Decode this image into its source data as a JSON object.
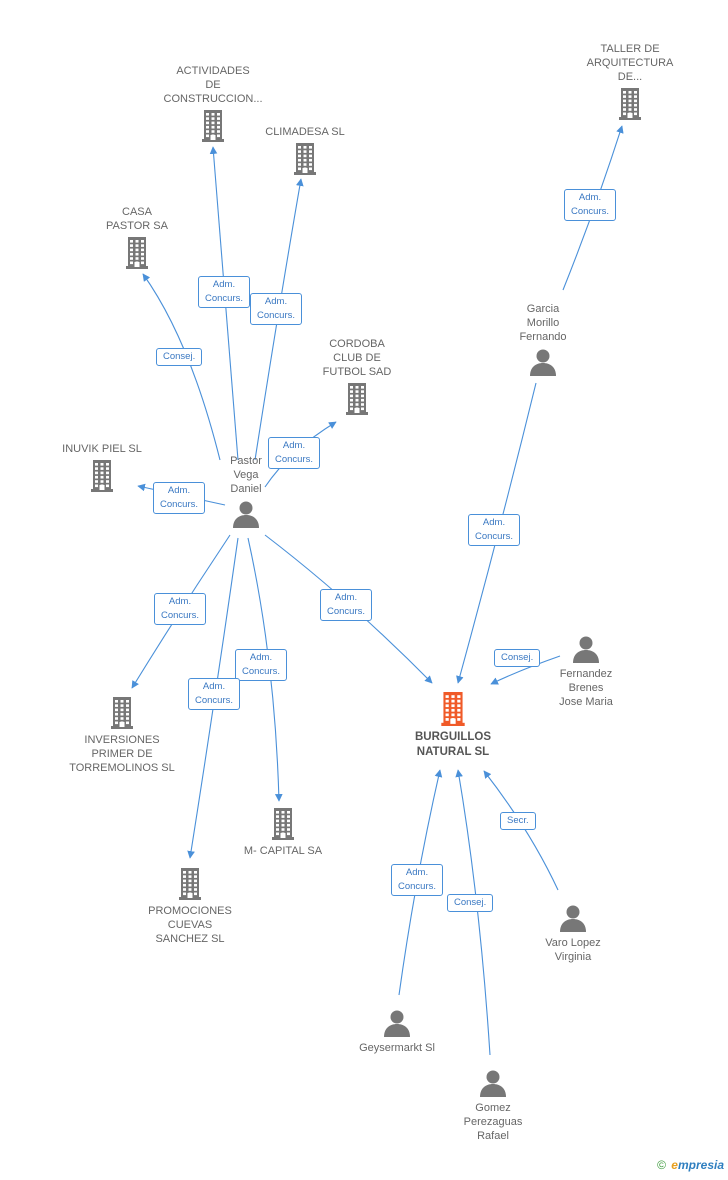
{
  "colors": {
    "edge": "#4a90d9",
    "company_icon": "#777777",
    "main_company_icon": "#f05a28",
    "person_icon": "#777777"
  },
  "nodes": [
    {
      "id": "burguillos",
      "type": "company",
      "main": true,
      "label": "BURGUILLOS\nNATURAL SL"
    },
    {
      "id": "pastor",
      "type": "person",
      "label": "Pastor\nVega\nDaniel"
    },
    {
      "id": "garcia",
      "type": "person",
      "label": "Garcia\nMorillo\nFernando"
    },
    {
      "id": "fernandez",
      "type": "person",
      "label": "Fernandez\nBrenes\nJose Maria"
    },
    {
      "id": "varo",
      "type": "person",
      "label": "Varo Lopez\nVirginia"
    },
    {
      "id": "geysermarkt",
      "type": "person",
      "label": "Geysermarkt Sl"
    },
    {
      "id": "gomez",
      "type": "person",
      "label": "Gomez\nPerezaguas\nRafael"
    },
    {
      "id": "actividades",
      "type": "company",
      "label": "ACTIVIDADES\nDE\nCONSTRUCCION..."
    },
    {
      "id": "climadesa",
      "type": "company",
      "label": "CLIMADESA SL"
    },
    {
      "id": "casa_pastor",
      "type": "company",
      "label": "CASA\nPASTOR SA"
    },
    {
      "id": "cordoba",
      "type": "company",
      "label": "CORDOBA\nCLUB DE\nFUTBOL SAD"
    },
    {
      "id": "inuvik",
      "type": "company",
      "label": "INUVIK PIEL SL"
    },
    {
      "id": "inversiones",
      "type": "company",
      "label": "INVERSIONES\nPRIMER DE\nTORREMOLINOS SL"
    },
    {
      "id": "m_capital",
      "type": "company",
      "label": "M- CAPITAL SA"
    },
    {
      "id": "promociones",
      "type": "company",
      "label": "PROMOCIONES\nCUEVAS\nSANCHEZ SL"
    },
    {
      "id": "taller",
      "type": "company",
      "label": "TALLER DE\nARQUITECTURA\nDE..."
    }
  ],
  "edges": [
    {
      "from": "pastor",
      "to": "actividades",
      "label": "Adm.\nConcurs."
    },
    {
      "from": "pastor",
      "to": "climadesa",
      "label": "Adm.\nConcurs."
    },
    {
      "from": "pastor",
      "to": "casa_pastor",
      "label": "Consej."
    },
    {
      "from": "pastor",
      "to": "cordoba",
      "label": "Adm.\nConcurs."
    },
    {
      "from": "pastor",
      "to": "inuvik",
      "label": "Adm.\nConcurs."
    },
    {
      "from": "pastor",
      "to": "inversiones",
      "label": "Adm.\nConcurs."
    },
    {
      "from": "pastor",
      "to": "m_capital",
      "label": "Adm.\nConcurs."
    },
    {
      "from": "pastor",
      "to": "promociones",
      "label": "Adm.\nConcurs."
    },
    {
      "from": "pastor",
      "to": "burguillos",
      "label": "Adm.\nConcurs."
    },
    {
      "from": "garcia",
      "to": "taller",
      "label": "Adm.\nConcurs."
    },
    {
      "from": "garcia",
      "to": "burguillos",
      "label": "Adm.\nConcurs."
    },
    {
      "from": "fernandez",
      "to": "burguillos",
      "label": "Consej."
    },
    {
      "from": "varo",
      "to": "burguillos",
      "label": "Secr."
    },
    {
      "from": "geysermarkt",
      "to": "burguillos",
      "label": "Adm.\nConcurs."
    },
    {
      "from": "gomez",
      "to": "burguillos",
      "label": "Consej."
    }
  ],
  "footer": {
    "copyright": "©",
    "brand_first": "e",
    "brand_rest": "mpresia"
  }
}
